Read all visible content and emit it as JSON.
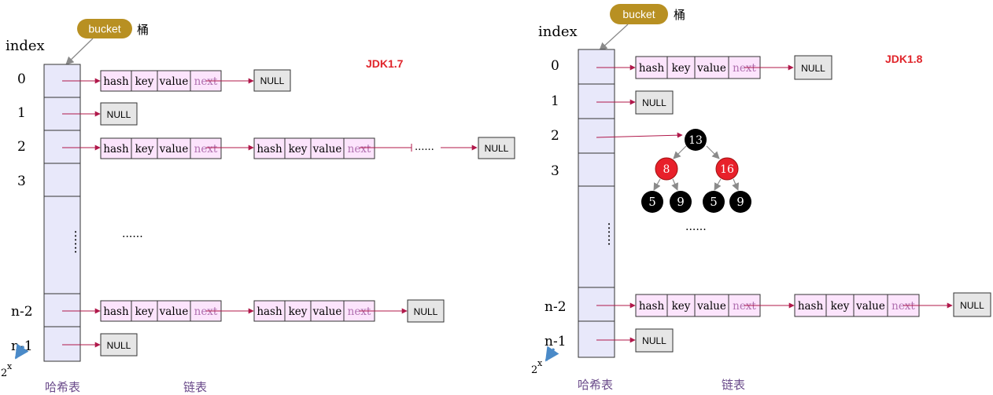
{
  "bucket_label": "bucket",
  "bucket_cn": "桶",
  "index_label": "index",
  "caption_table": "哈希表",
  "caption_list": "链表",
  "ellipsis": "......",
  "null_label": "NULL",
  "node_fields": [
    "hash",
    "key",
    "value",
    "next"
  ],
  "jdk17": {
    "title": "JDK1.7",
    "indices": [
      "0",
      "1",
      "2",
      "3",
      "n-2",
      "n-1"
    ],
    "power": {
      "base": "2",
      "exp": "x"
    }
  },
  "jdk18": {
    "title": "JDK1.8",
    "indices": [
      "0",
      "1",
      "2",
      "3",
      "n-2",
      "n-1"
    ],
    "power": {
      "base": "2",
      "exp": "x"
    },
    "tree": {
      "root": "13",
      "left": "8",
      "right": "16",
      "leaves": [
        "5",
        "9",
        "5",
        "9"
      ]
    }
  },
  "colors": {
    "bucket_fill": "#e8e8fa",
    "node_fill": "#fce4fc",
    "null_fill": "#e6e6e6",
    "arrow": "#b0184a",
    "title_red": "#e0242a",
    "pill": "#b89022",
    "caption": "#6a4a8a",
    "next_text": "#b070b0",
    "red_node": "#e8202a",
    "black_node": "#000000"
  }
}
